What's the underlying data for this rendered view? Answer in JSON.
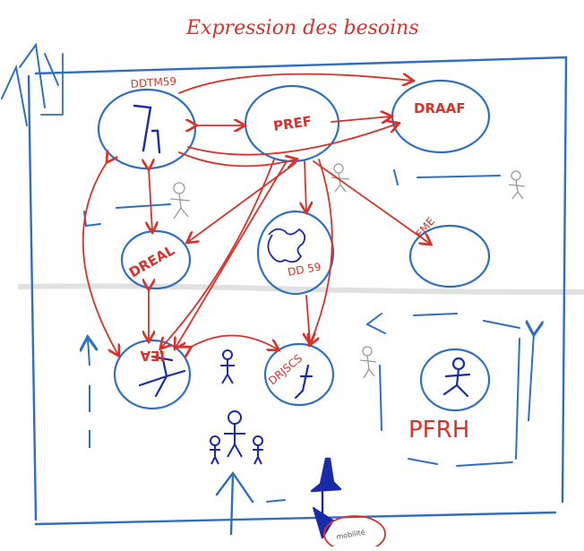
{
  "title": "Expression des besoins",
  "nodes": {
    "ddtm": {
      "label": "DDTM59"
    },
    "pref": {
      "label": "PREF"
    },
    "draaf": {
      "label": "DRAAF"
    },
    "dreal": {
      "label": "DREAL"
    },
    "dd59": {
      "label": "DD 59"
    },
    "fme": {
      "label": "FME"
    },
    "iea": {
      "label": "IEA"
    },
    "dasis": {
      "label": "DRJSCS"
    },
    "pfrh": {
      "label": "PFRH"
    }
  },
  "bottom_tag": "mobilité",
  "colors": {
    "red": "#d8322a",
    "blue": "#2f6fc1",
    "dark_blue": "#1a2aa8",
    "grey": "#9a9a9a"
  }
}
